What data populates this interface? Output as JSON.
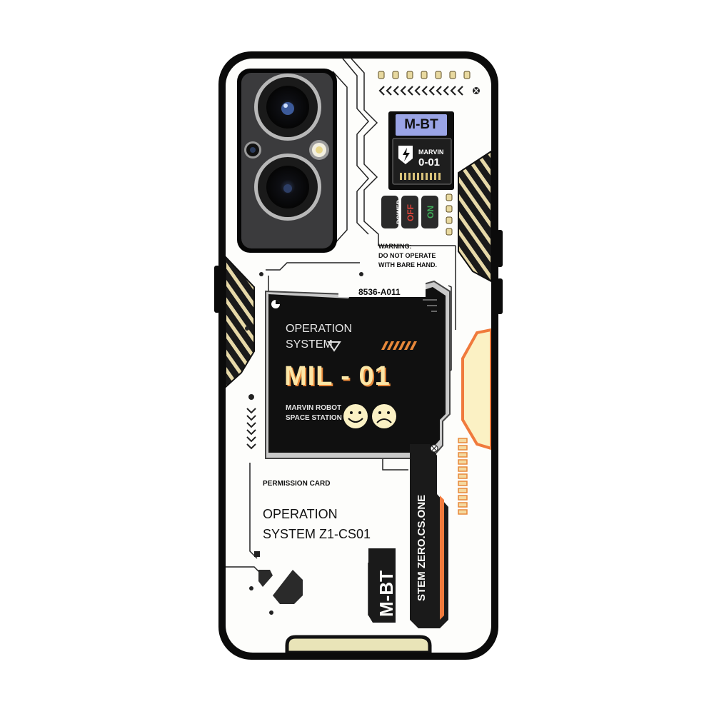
{
  "colors": {
    "case": "#0b0b0b",
    "panel": "#101010",
    "cream": "#fbf1c4",
    "orange": "#f07a3c",
    "amber": "#e8883a",
    "mbt_label": "#9aa4e6",
    "off_red": "#e0443a",
    "on_green": "#3fae5a"
  },
  "icons": [
    "camera-lens-icon",
    "flash-icon",
    "lightning-shield-icon",
    "triangle-down-icon",
    "smiley-face-icon",
    "sad-face-icon",
    "chevron-left-icon",
    "chevron-down-icon",
    "close-x-icon"
  ],
  "badge": {
    "brand": "M-BT",
    "unit_name": "MARVIN",
    "unit_code": "0-01"
  },
  "switches": {
    "power": "POWER",
    "off": "OFF",
    "on": "ON"
  },
  "warning": {
    "line1": "WARNING:",
    "line2": "DO NOT OPERATE",
    "line3": "WITH BARE HAND."
  },
  "screen_panel": {
    "serial": "8536-A011",
    "os_line1": "OPERATION",
    "os_line2": "SYSTEM",
    "model": "MIL - 01",
    "station_line1": "MARVIN ROBOT",
    "station_line2": "SPACE STATION"
  },
  "permission": {
    "label": "PERMISSION CARD",
    "title_line1": "OPERATION",
    "title_line2": "SYSTEM Z1-CS01"
  },
  "bottom": {
    "tag": "M-BT",
    "vertical_text": "STEM ZERO.CS.ONE"
  }
}
